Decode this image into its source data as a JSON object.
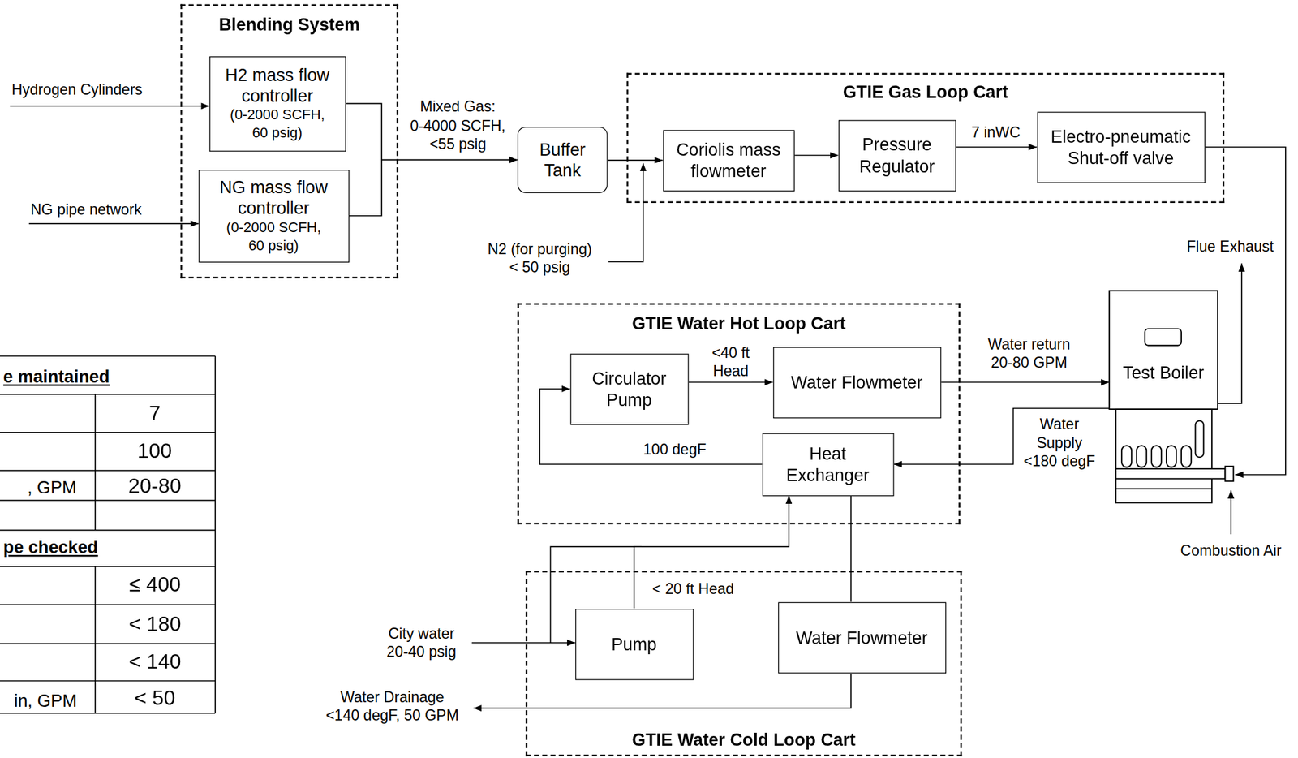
{
  "diagram": {
    "nodes": [
      {
        "text": [
          "Blending System"
        ]
      },
      {
        "text": [
          "H2 mass flow controller",
          "(0-2000 SCFH, 60 psig)"
        ],
        "in": 0
      },
      {
        "text": [
          "NG mass flow controller",
          "(0-2000 SCFH, 60 psig)"
        ],
        "in": 0
      },
      {
        "text": [
          "Buffer Tank"
        ]
      },
      {
        "text": [
          "GTIE Gas Loop Cart"
        ]
      },
      {
        "text": [
          "Coriolis mass flowmeter"
        ],
        "in": 4
      },
      {
        "text": [
          "Pressure Regulator"
        ],
        "in": 4
      },
      {
        "text": [
          "Electro-pneumatic Shut-off valve"
        ],
        "in": 4
      },
      {
        "text": [
          "GTIE Water Hot Loop Cart"
        ]
      },
      {
        "text": [
          "Circulator Pump"
        ],
        "in": 8
      },
      {
        "text": [
          "Water Flowmeter"
        ],
        "in": 8
      },
      {
        "text": [
          "Heat Exchanger"
        ],
        "in": 8
      },
      {
        "text": [
          "Test Boiler"
        ]
      },
      {
        "text": [
          "GTIE Water Cold Loop Cart"
        ]
      },
      {
        "text": [
          "Pump"
        ],
        "in": 13
      },
      {
        "text": [
          "Water Flowmeter"
        ],
        "in": 13
      }
    ],
    "edges": [
      {
        "from": 1,
        "to": 3,
        "arrow": "to",
        "label": "Mixed Gas: 0-4000 SCFH, <55 psig"
      },
      {
        "from": 2,
        "to": 3,
        "arrow": "to"
      },
      {
        "from": 3,
        "to": 5,
        "arrow": "to"
      },
      {
        "from": 5,
        "to": 6,
        "arrow": "to"
      },
      {
        "from": 6,
        "to": 7,
        "arrow": "to",
        "label": "7 inWC"
      },
      {
        "from": 7,
        "to": 12,
        "arrow": "to"
      },
      {
        "from": 9,
        "to": 10,
        "arrow": "to",
        "label": "<40 ft Head"
      },
      {
        "from": 10,
        "to": 12,
        "arrow": "to",
        "label": "Water return 20-80 GPM"
      },
      {
        "from": 12,
        "to": 11,
        "arrow": "to",
        "label": "Water Supply <180 degF"
      },
      {
        "from": 11,
        "to": 9,
        "arrow": "to",
        "label": "100 degF"
      },
      {
        "from": 14,
        "to": 11,
        "arrow": "to",
        "label": "< 20 ft Head"
      },
      {
        "from": 11,
        "to": 15,
        "arrow": "none"
      }
    ],
    "labels": [
      "Hydrogen Cylinders",
      "NG pipe network",
      "N2 (for purging) < 50 psig",
      "City water 20-40 psig",
      "Water Drainage <140 degF, 50 GPM",
      "Flue Exhaust",
      "Combustion Air",
      "e maintained",
      "7",
      "100",
      ", GPM",
      "20-80",
      "pe checked",
      "≤ 400",
      "< 180",
      "< 140",
      "in, GPM",
      "< 50"
    ]
  }
}
